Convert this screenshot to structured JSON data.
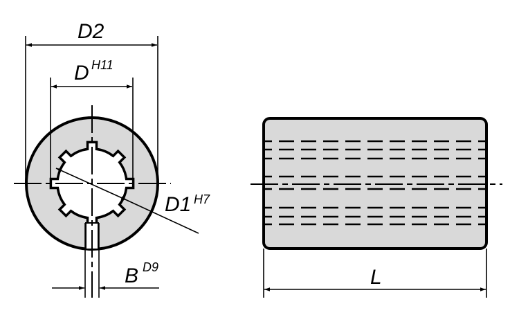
{
  "labels": {
    "d2": "D2",
    "d": "D",
    "d_tol": "H11",
    "d1": "D1",
    "d1_tol": "H7",
    "b": "B",
    "b_tol": "D9",
    "l": "L"
  },
  "colors": {
    "fill": "#d9d9d9",
    "line": "#000000"
  }
}
